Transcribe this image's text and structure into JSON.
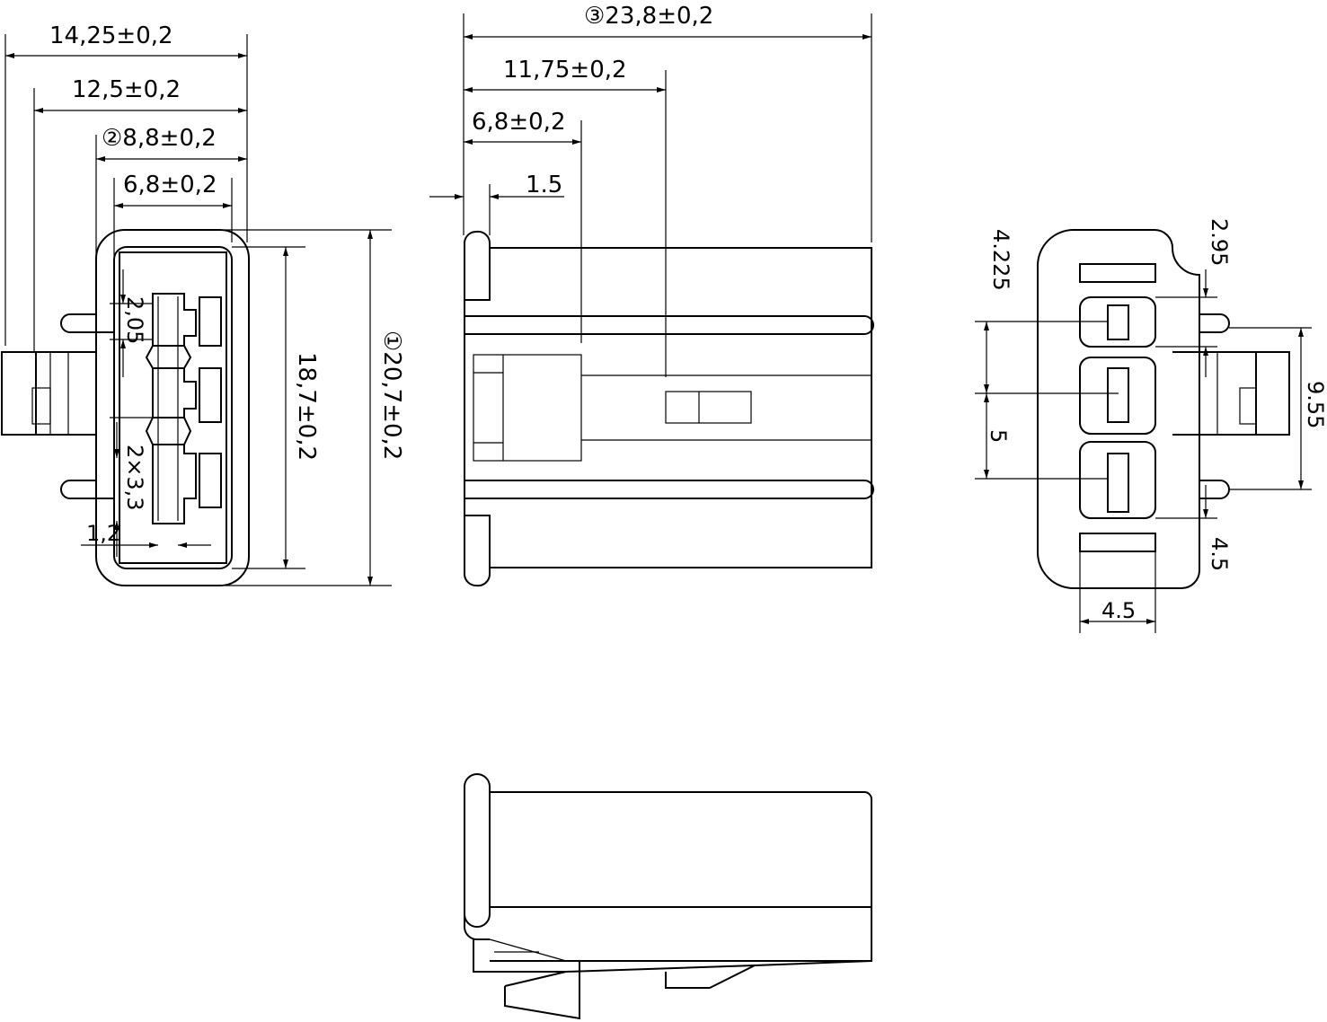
{
  "front_view": {
    "dim_width_total": "14,25±0,2",
    "dim_width_body": "12,5±0,2",
    "dim_width_inner": "②8,8±0,2",
    "dim_width_cavity": "6,8±0,2",
    "dim_height_inner": "18,7±0,2",
    "dim_height_total": "①20,7±0,2",
    "dim_small_a": "2,05",
    "dim_pitch": "2×3,3",
    "dim_small_b": "1,2"
  },
  "side_view": {
    "dim_length_total": "③23,8±0,2",
    "dim_length_a": "11,75±0,2",
    "dim_length_b": "6,8±0,2",
    "dim_length_c": "1.5"
  },
  "rear_view": {
    "dim_offset": "4.225",
    "dim_gap": "2.95",
    "dim_span": "9.55",
    "dim_pitch": "5",
    "dim_bottom": "4.5",
    "dim_width": "4.5"
  }
}
